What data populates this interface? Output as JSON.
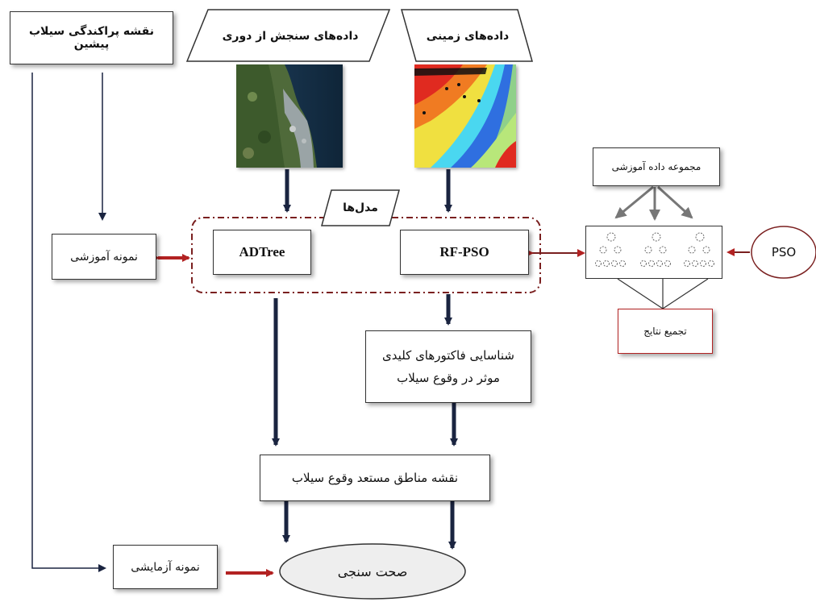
{
  "nodes": {
    "prior_flood_map": "نقشه پراکندگی سیلاب پیشین",
    "remote_sensing_data": "داده‌های سنجش از دوری",
    "ground_data": "داده‌های زمینی",
    "training_dataset": "مجموعه داده آموزشی",
    "models": "مدل‌ها",
    "training_sample": "نمونه آموزشی",
    "adtree": "ADTree",
    "rf_pso": "RF-PSO",
    "pso": "PSO",
    "key_factors": "شناسایی فاکتورهای کلیدی موثر در وقوع سیلاب",
    "aggregate_results": "تجمیع نتایج",
    "flood_susceptibility_map": "نقشه مناطق مستعد وقوع سیلاب",
    "test_sample": "نمونه آزمایشی",
    "validation": "صحت سنجی"
  },
  "colors": {
    "dark_arrow": "#1a2440",
    "red_arrow": "#b22222",
    "dashed_border": "#7a1f1f",
    "gray_arrow": "#777777"
  }
}
